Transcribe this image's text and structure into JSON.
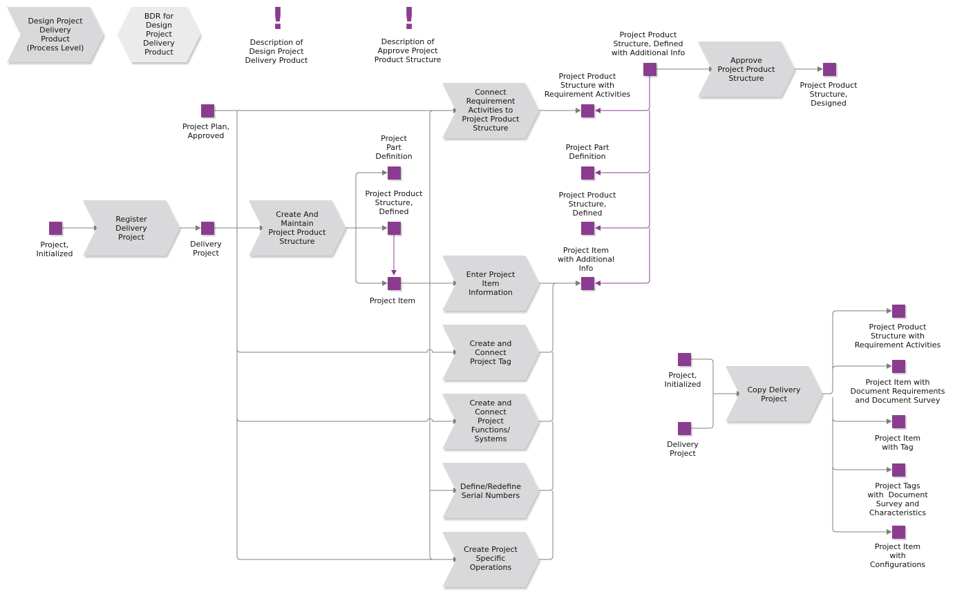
{
  "legend": {
    "process_level": "Design Project\nDelivery\nProduct\n(Process Level)",
    "bdr": "BDR for\nDesign\nProject\nDelivery\nProduct",
    "desc_design": "Description of\nDesign Project\nDelivery Product",
    "desc_approve": "Description of\nApprove Project\nProduct Structure"
  },
  "functions": {
    "register": "Register\nDelivery\nProject",
    "create_maintain": "Create And\nMaintain\nProject Product\nStructure",
    "connect_req": "Connect\nRequirement\nActivities to\nProject Product\nStructure",
    "enter_item": "Enter Project\nItem\nInformation",
    "create_tag": "Create and\nConnect\nProject Tag",
    "create_functions": "Create and\nConnect\nProject\nFunctions/\nSystems",
    "serial": "Define/Redefine\nSerial Numbers",
    "operations": "Create Project\nSpecific\nOperations",
    "approve": "Approve\nProject Product\nStructure",
    "copy": "Copy Delivery\nProject"
  },
  "objects": {
    "project_initialized": "Project,\nInitialized",
    "delivery_project": "Delivery\nProject",
    "plan_approved": "Project Plan,\nApproved",
    "part_definition_left": "Project\nPart\nDefinition",
    "pps_defined_left": "Project Product\nStructure,\nDefined",
    "project_item": "Project Item",
    "pps_req_top": "Project Product\nStructure with\nRequirement Activities",
    "part_definition_right": "Project Part\nDefinition",
    "pps_defined_right": "Project Product\nStructure,\nDefined",
    "item_additional": "Project Item\nwith Additional\nInfo",
    "pps_additional": "Project Product\nStructure, Defined\nwith Additional Info",
    "pps_designed": "Project Product\nStructure,\nDesigned",
    "copy_project_initialized": "Project,\nInitialized",
    "copy_delivery_project": "Delivery\nProject",
    "out_pps_req": "Project Product\nStructure with\nRequirement Activities",
    "out_item_docs": "Project Item with\nDocument Requirements\nand Document Survey",
    "out_item_tag": "Project Item\nwith Tag",
    "out_tags_docs": "Project Tags\nwith  Document\nSurvey and\nCharacteristics",
    "out_item_config": "Project Item\nwith\nConfigurations"
  },
  "colors": {
    "object": "#8a3d8f",
    "function": "#d9d9db",
    "legend_bdr": "#ebebeb",
    "connector": "#7f7f7f",
    "highlight_connector": "#8a3d8f"
  }
}
